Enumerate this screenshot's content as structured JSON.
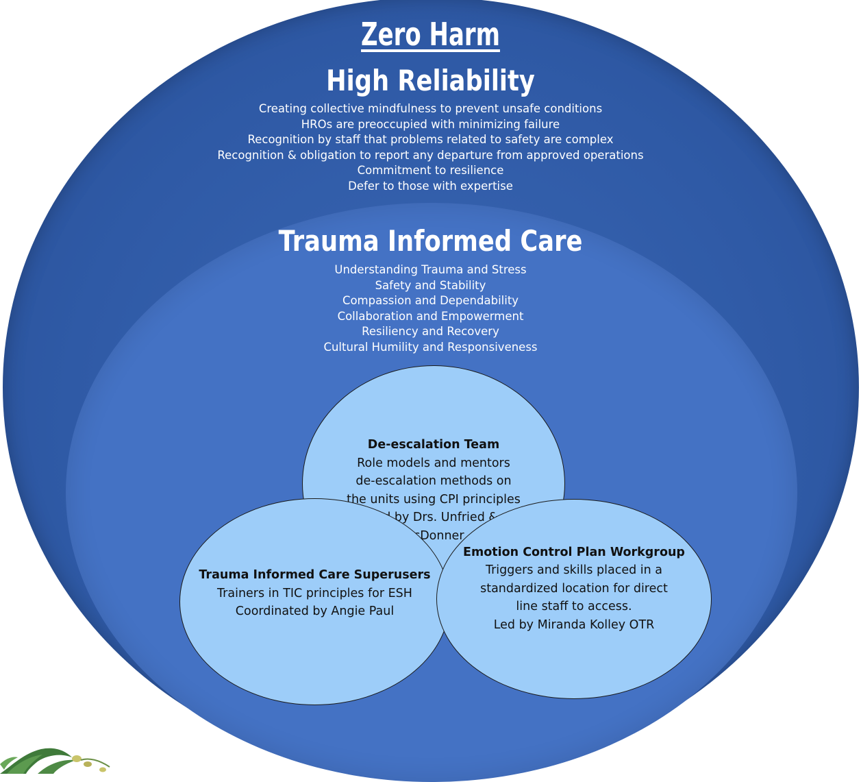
{
  "outer": {
    "title": "Zero Harm",
    "subtitle": "High Reliability",
    "items": [
      "Creating collective mindfulness to prevent unsafe conditions",
      "HROs are preoccupied with minimizing failure",
      "Recognition by staff that problems related to safety are complex",
      "Recognition & obligation to report any departure from approved operations",
      "Commitment to resilience",
      "Defer to those with expertise"
    ]
  },
  "inner": {
    "title": "Trauma Informed Care",
    "items": [
      "Understanding Trauma and Stress",
      "Safety and Stability",
      "Compassion and Dependability",
      "Collaboration and Empowerment",
      "Resiliency and Recovery",
      "Cultural Humility and Responsiveness"
    ]
  },
  "circles": {
    "top": {
      "title": "De-escalation Team",
      "lines": [
        "Role models and mentors",
        "de-escalation methods on",
        "the units using CPI principles",
        "Led by Drs. Unfried &",
        "McDonner"
      ]
    },
    "left": {
      "title": "Trauma Informed Care Superusers",
      "lines": [
        "Trainers in TIC principles for ESH",
        "Coordinated by Angie Paul"
      ]
    },
    "right": {
      "title": "Emotion Control Plan Workgroup",
      "lines": [
        "Triggers and skills placed in a",
        "standardized location for direct",
        "line staff to access.",
        "Led by Miranda Kolley OTR"
      ]
    }
  },
  "colors": {
    "outer": "#2f5aa6",
    "inner": "#4472c4",
    "circle": "#9dcdf9",
    "text_light": "#ffffff",
    "text_dark": "#111111"
  },
  "icons": [
    "plant-logo-icon"
  ]
}
